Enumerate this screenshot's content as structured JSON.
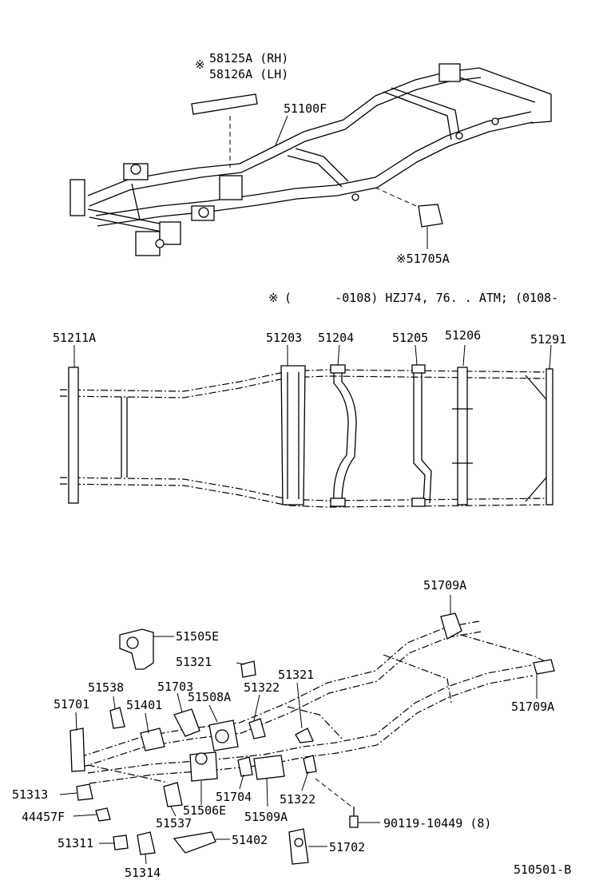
{
  "note": {
    "mark": "※",
    "text": "(      -0108) HZJ74, 76. . ATM; (0108-       )"
  },
  "top_labels": {
    "p58125a": "58125A (RH)",
    "p58126a": "58126A (LH)",
    "mark": "※",
    "p51100f": "51100F",
    "p51705a": "※51705A"
  },
  "mid_labels": {
    "p51211a": "51211A",
    "p51203": "51203",
    "p51204": "51204",
    "p51205": "51205",
    "p51206": "51206",
    "p51291": "51291"
  },
  "bottom_labels": {
    "p51709a_top": "51709A",
    "p51505e": "51505E",
    "p51321_a": "51321",
    "p51321_b": "51321",
    "p51538": "51538",
    "p51703": "51703",
    "p51322_a": "51322",
    "p51701": "51701",
    "p51401": "51401",
    "p51508a": "51508A",
    "p51709a_bottom": "51709A",
    "p51313": "51313",
    "p51704": "51704",
    "p51322_b": "51322",
    "p44457f": "44457F",
    "p51506e": "51506E",
    "p51509a": "51509A",
    "p51537": "51537",
    "p90119": "90119-10449 (8)",
    "p51311": "51311",
    "p51402": "51402",
    "p51702": "51702",
    "p51314": "51314"
  },
  "figure_code": "510501-B"
}
